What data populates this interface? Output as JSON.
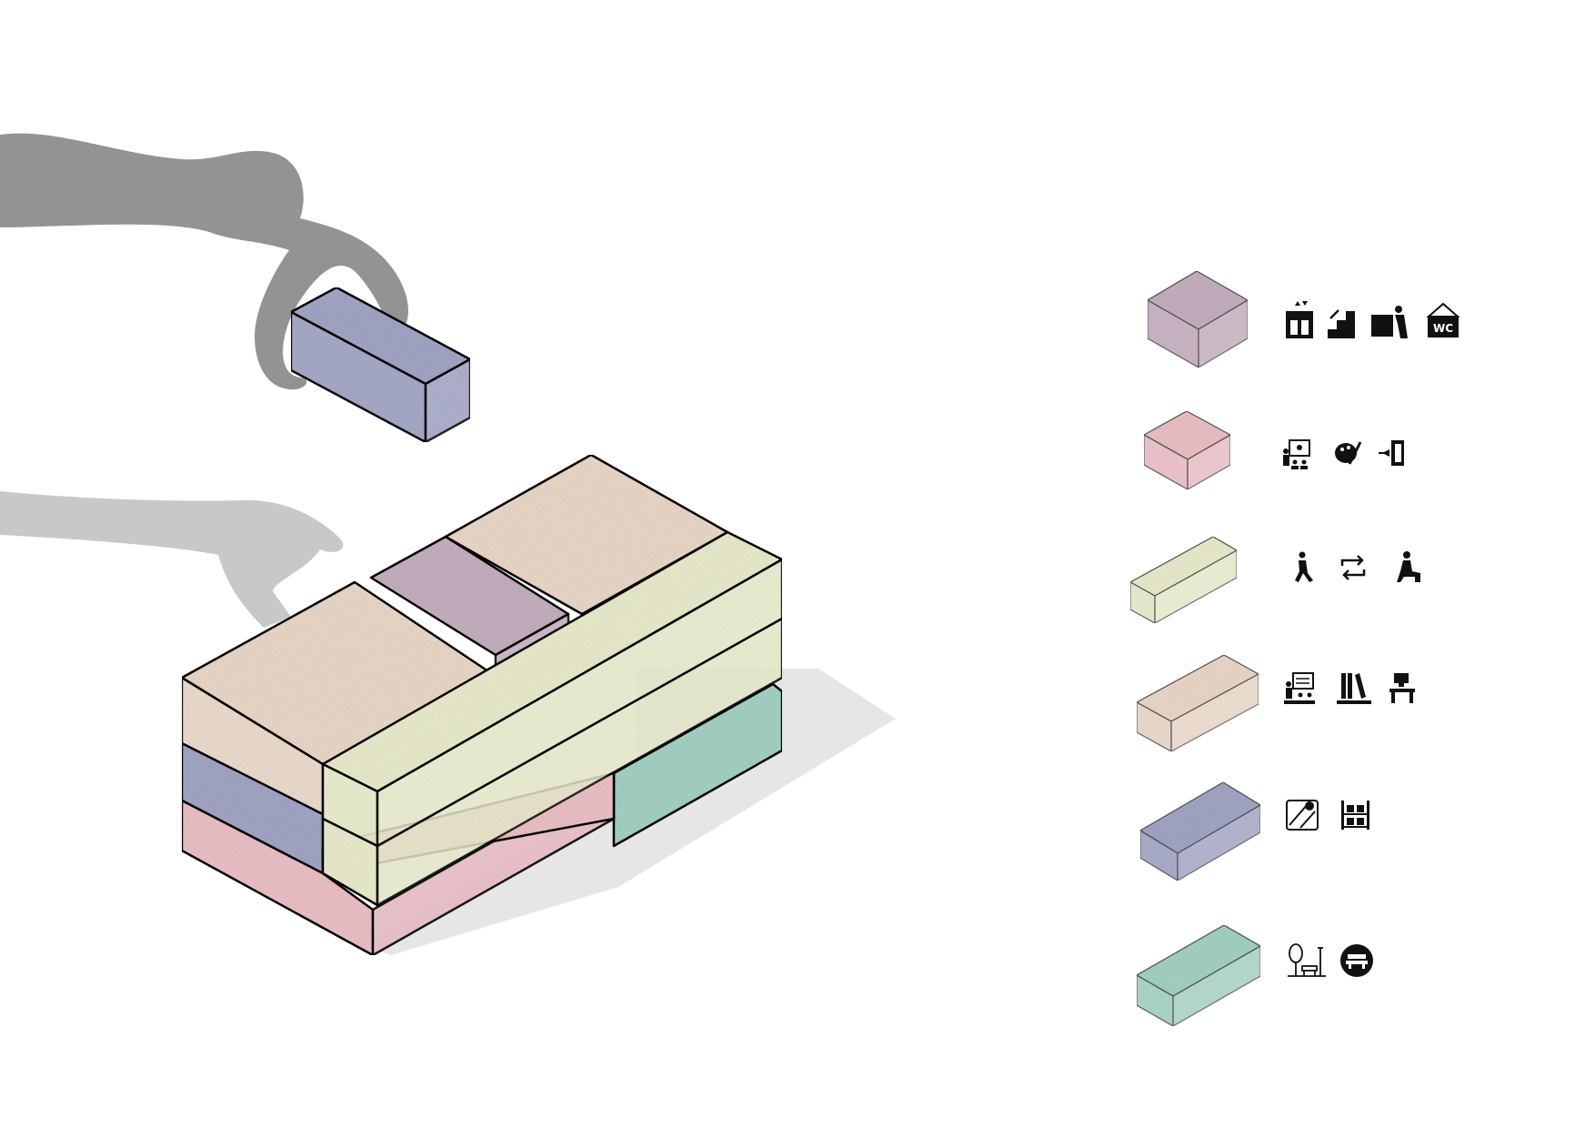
{
  "colors": {
    "circulation": "#c9b3c3",
    "workshop": "#f0c4cb",
    "corridor": "#eef0d0",
    "study": "#efdccc",
    "storage": "#a6a9c9",
    "garden": "#a8d6c9",
    "outline": "#111111",
    "shadow": "#e6e6e6",
    "hand": "#9b9b9b",
    "hand_shadow": "#c8c8c8"
  },
  "legend": [
    {
      "key": "circulation",
      "icons": [
        "elevator-icon",
        "stairs-icon",
        "fire-escape-icon",
        "wc-sign-icon"
      ]
    },
    {
      "key": "workshop",
      "icons": [
        "presentation-icon",
        "art-palette-icon",
        "exit-door-icon"
      ]
    },
    {
      "key": "corridor",
      "icons": [
        "walking-person-icon",
        "exchange-arrows-icon",
        "seated-person-icon"
      ]
    },
    {
      "key": "study",
      "icons": [
        "classroom-icon",
        "bookshelf-icon",
        "desk-icon"
      ]
    },
    {
      "key": "storage",
      "icons": [
        "tools-icon",
        "storage-shelf-icon"
      ]
    },
    {
      "key": "garden",
      "icons": [
        "park-icon",
        "bench-icon"
      ]
    }
  ],
  "wc_label": "WC"
}
